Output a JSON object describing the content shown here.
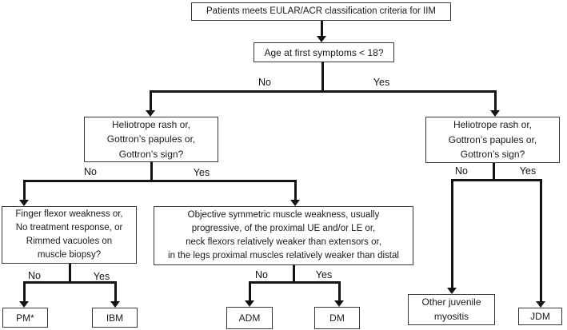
{
  "labels": {
    "no": "No",
    "yes": "Yes"
  },
  "nodes": {
    "criteria": {
      "lines": [
        "Patients meets EULAR/ACR classification criteria  for IIM"
      ]
    },
    "age": {
      "lines": [
        "Age at first symptoms < 18?"
      ]
    },
    "heliotrope_left": {
      "lines": [
        "Heliotrope rash or,",
        "Gottron’s papules or,",
        "Gottron’s sign?"
      ]
    },
    "heliotrope_right": {
      "lines": [
        "Heliotrope rash or,",
        "Gottron’s papules or,",
        "Gottron’s sign?"
      ]
    },
    "ibm_criteria": {
      "lines": [
        "Finger flexor weakness or,",
        "No treatment response, or",
        "Rimmed vacuoles on",
        "muscle biopsy?"
      ]
    },
    "muscle_weakness": {
      "lines": [
        "Objective symmetric muscle weakness, usually",
        "progressive, of the proximal UE and/or LE or,",
        "neck flexors relatively weaker than extensors or,",
        "in the legs proximal muscles relatively weaker than distal"
      ]
    },
    "pm": {
      "lines": [
        "PM*"
      ]
    },
    "ibm": {
      "lines": [
        "IBM"
      ]
    },
    "adm": {
      "lines": [
        "ADM"
      ]
    },
    "dm": {
      "lines": [
        "DM"
      ]
    },
    "other_juvenile": {
      "lines": [
        "Other juvenile",
        "myositis"
      ]
    },
    "jdm": {
      "lines": [
        "JDM"
      ]
    }
  },
  "line_color": "#141414",
  "border_color": "#3a3a3a"
}
